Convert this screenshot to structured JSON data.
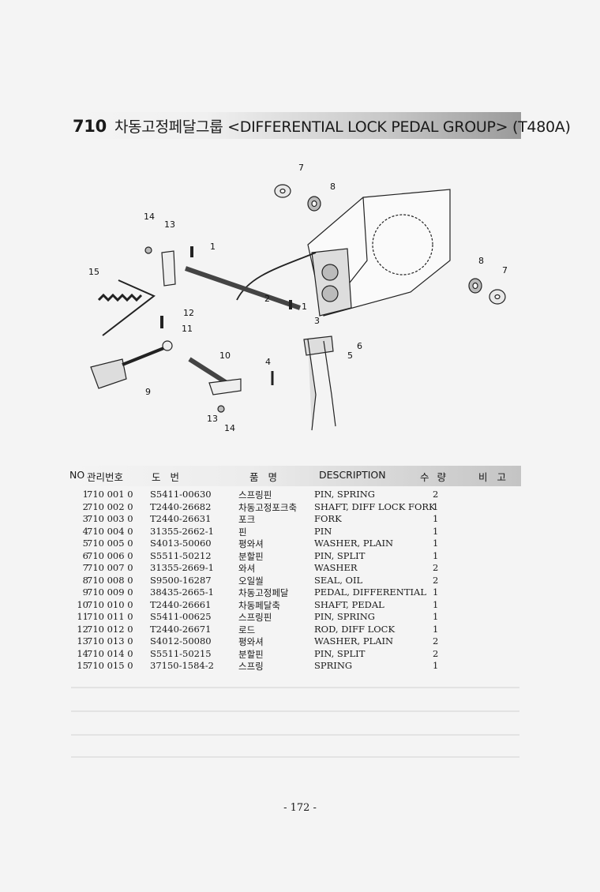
{
  "title": {
    "number": "710",
    "text": "차동고정페달그룹 <DIFFERENTIAL LOCK PEDAL GROUP> (T480A)"
  },
  "callouts": [
    "7",
    "8",
    "14",
    "13",
    "1",
    "15",
    "12",
    "11",
    "2",
    "1",
    "3",
    "6",
    "5",
    "4",
    "10",
    "9",
    "13",
    "14",
    "8",
    "7"
  ],
  "table": {
    "headers": {
      "no": "NO",
      "code": "관리번호",
      "drawing": "도 번",
      "name": "품 명",
      "description": "DESCRIPTION",
      "qty": "수 량",
      "remark": "비 고"
    },
    "rows": [
      {
        "no": "1",
        "code": "710 001 0",
        "part": "S5411-00630",
        "kor": "스프링핀",
        "desc": "PIN, SPRING",
        "qty": "2"
      },
      {
        "no": "2",
        "code": "710 002 0",
        "part": "T2440-26682",
        "kor": "차동고정포크축",
        "desc": "SHAFT, DIFF LOCK FORK",
        "qty": "1"
      },
      {
        "no": "3",
        "code": "710 003 0",
        "part": "T2440-26631",
        "kor": "포크",
        "desc": "FORK",
        "qty": "1"
      },
      {
        "no": "4",
        "code": "710 004 0",
        "part": "31355-2662-1",
        "kor": "핀",
        "desc": "PIN",
        "qty": "1"
      },
      {
        "no": "5",
        "code": "710 005 0",
        "part": "S4013-50060",
        "kor": "평와셔",
        "desc": "WASHER, PLAIN",
        "qty": "1"
      },
      {
        "no": "6",
        "code": "710 006 0",
        "part": "S5511-50212",
        "kor": "분할핀",
        "desc": "PIN, SPLIT",
        "qty": "1"
      },
      {
        "no": "7",
        "code": "710 007 0",
        "part": "31355-2669-1",
        "kor": "와셔",
        "desc": "WASHER",
        "qty": "2"
      },
      {
        "no": "8",
        "code": "710 008 0",
        "part": "S9500-16287",
        "kor": "오일씰",
        "desc": "SEAL, OIL",
        "qty": "2"
      },
      {
        "no": "9",
        "code": "710 009 0",
        "part": "38435-2665-1",
        "kor": "차동고정페달",
        "desc": "PEDAL, DIFFERENTIAL",
        "qty": "1"
      },
      {
        "no": "10",
        "code": "710 010 0",
        "part": "T2440-26661",
        "kor": "차동페달축",
        "desc": "SHAFT, PEDAL",
        "qty": "1"
      },
      {
        "no": "11",
        "code": "710 011 0",
        "part": "S5411-00625",
        "kor": "스프링핀",
        "desc": "PIN, SPRING",
        "qty": "1"
      },
      {
        "no": "12",
        "code": "710 012 0",
        "part": "T2440-26671",
        "kor": "로드",
        "desc": "ROD, DIFF LOCK",
        "qty": "1"
      },
      {
        "no": "13",
        "code": "710 013 0",
        "part": "S4012-50080",
        "kor": "평와셔",
        "desc": "WASHER, PLAIN",
        "qty": "2"
      },
      {
        "no": "14",
        "code": "710 014 0",
        "part": "S5511-50215",
        "kor": "분할핀",
        "desc": "PIN, SPLIT",
        "qty": "2"
      },
      {
        "no": "15",
        "code": "710 015 0",
        "part": "37150-1584-2",
        "kor": "스프링",
        "desc": "SPRING",
        "qty": "1"
      }
    ]
  },
  "footer": {
    "page": "- 172 -"
  }
}
